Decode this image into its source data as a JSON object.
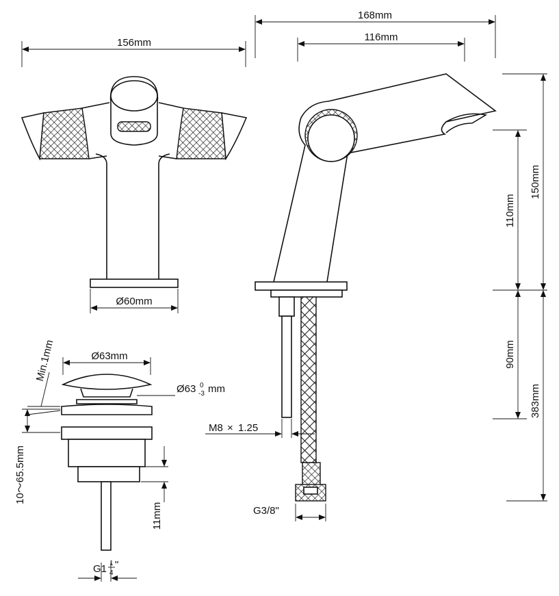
{
  "labels": {
    "front_width": "156mm",
    "base_diameter": "Ø60mm",
    "side_width": "168mm",
    "spout_reach": "116mm",
    "body_height_upper": "110mm",
    "total_height": "150mm",
    "shank_length": "90mm",
    "overall_length": "383mm",
    "thread": "M8",
    "thread_pitch": "1.25",
    "hose_connection": "G3/8\"",
    "drain_cap_diameter": "Ø63mm",
    "drain_body_diameter": "Ø63",
    "drain_body_tol_upper": "0",
    "drain_body_tol_lower": "-3",
    "drain_body_unit": "mm",
    "min_gap": "Min.1mm",
    "drain_range": "10～65.5mm",
    "drain_thread_len": "11mm",
    "drain_thread_prefix": "G1",
    "drain_thread_num": "1",
    "drain_thread_den": "4",
    "drain_thread_suffix": "\""
  }
}
